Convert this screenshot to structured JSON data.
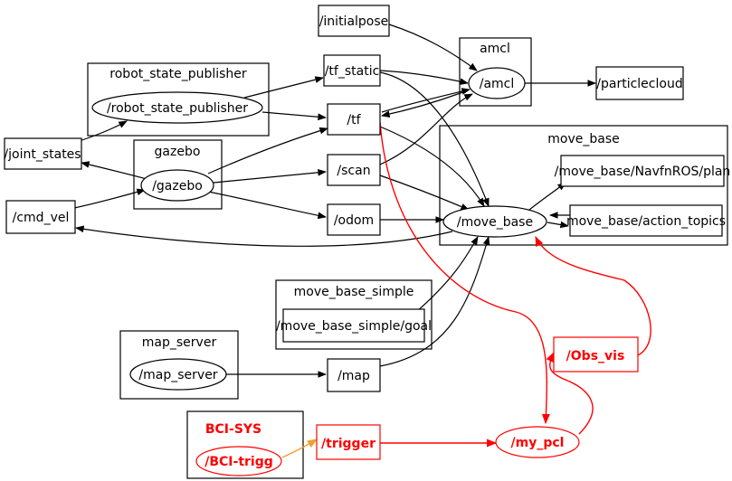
{
  "clusters": {
    "robot_state_publisher": "robot_state_publisher",
    "gazebo": "gazebo",
    "amcl": "amcl",
    "move_base": "move_base",
    "move_base_simple": "move_base_simple",
    "map_server": "map_server",
    "bci_sys": "BCI-SYS"
  },
  "nodes": {
    "robot_state_publisher": "/robot_state_publisher",
    "gazebo": "/gazebo",
    "amcl": "/amcl",
    "move_base": "/move_base",
    "map_server": "/map_server",
    "bci_trigg": "/BCI-trigg",
    "my_pcl": "/my_pcl"
  },
  "topics": {
    "initialpose": "/initialpose",
    "tf_static": "/tf_static",
    "tf": "/tf",
    "particlecloud": "/particlecloud",
    "joint_states": "/joint_states",
    "scan": "/scan",
    "cmd_vel": "/cmd_vel",
    "odom": "/odom",
    "navfn_plan": "/move_base/NavfnROS/plan",
    "action_topics": "move_base/action_topics",
    "goal": "/move_base_simple/goal",
    "map": "/map",
    "trigger": "/trigger",
    "obs_vis": "/Obs_vis"
  },
  "colors": {
    "edge": "#000000",
    "bci_edge": "#ff0000",
    "trigger_edge": "#f0a030"
  }
}
